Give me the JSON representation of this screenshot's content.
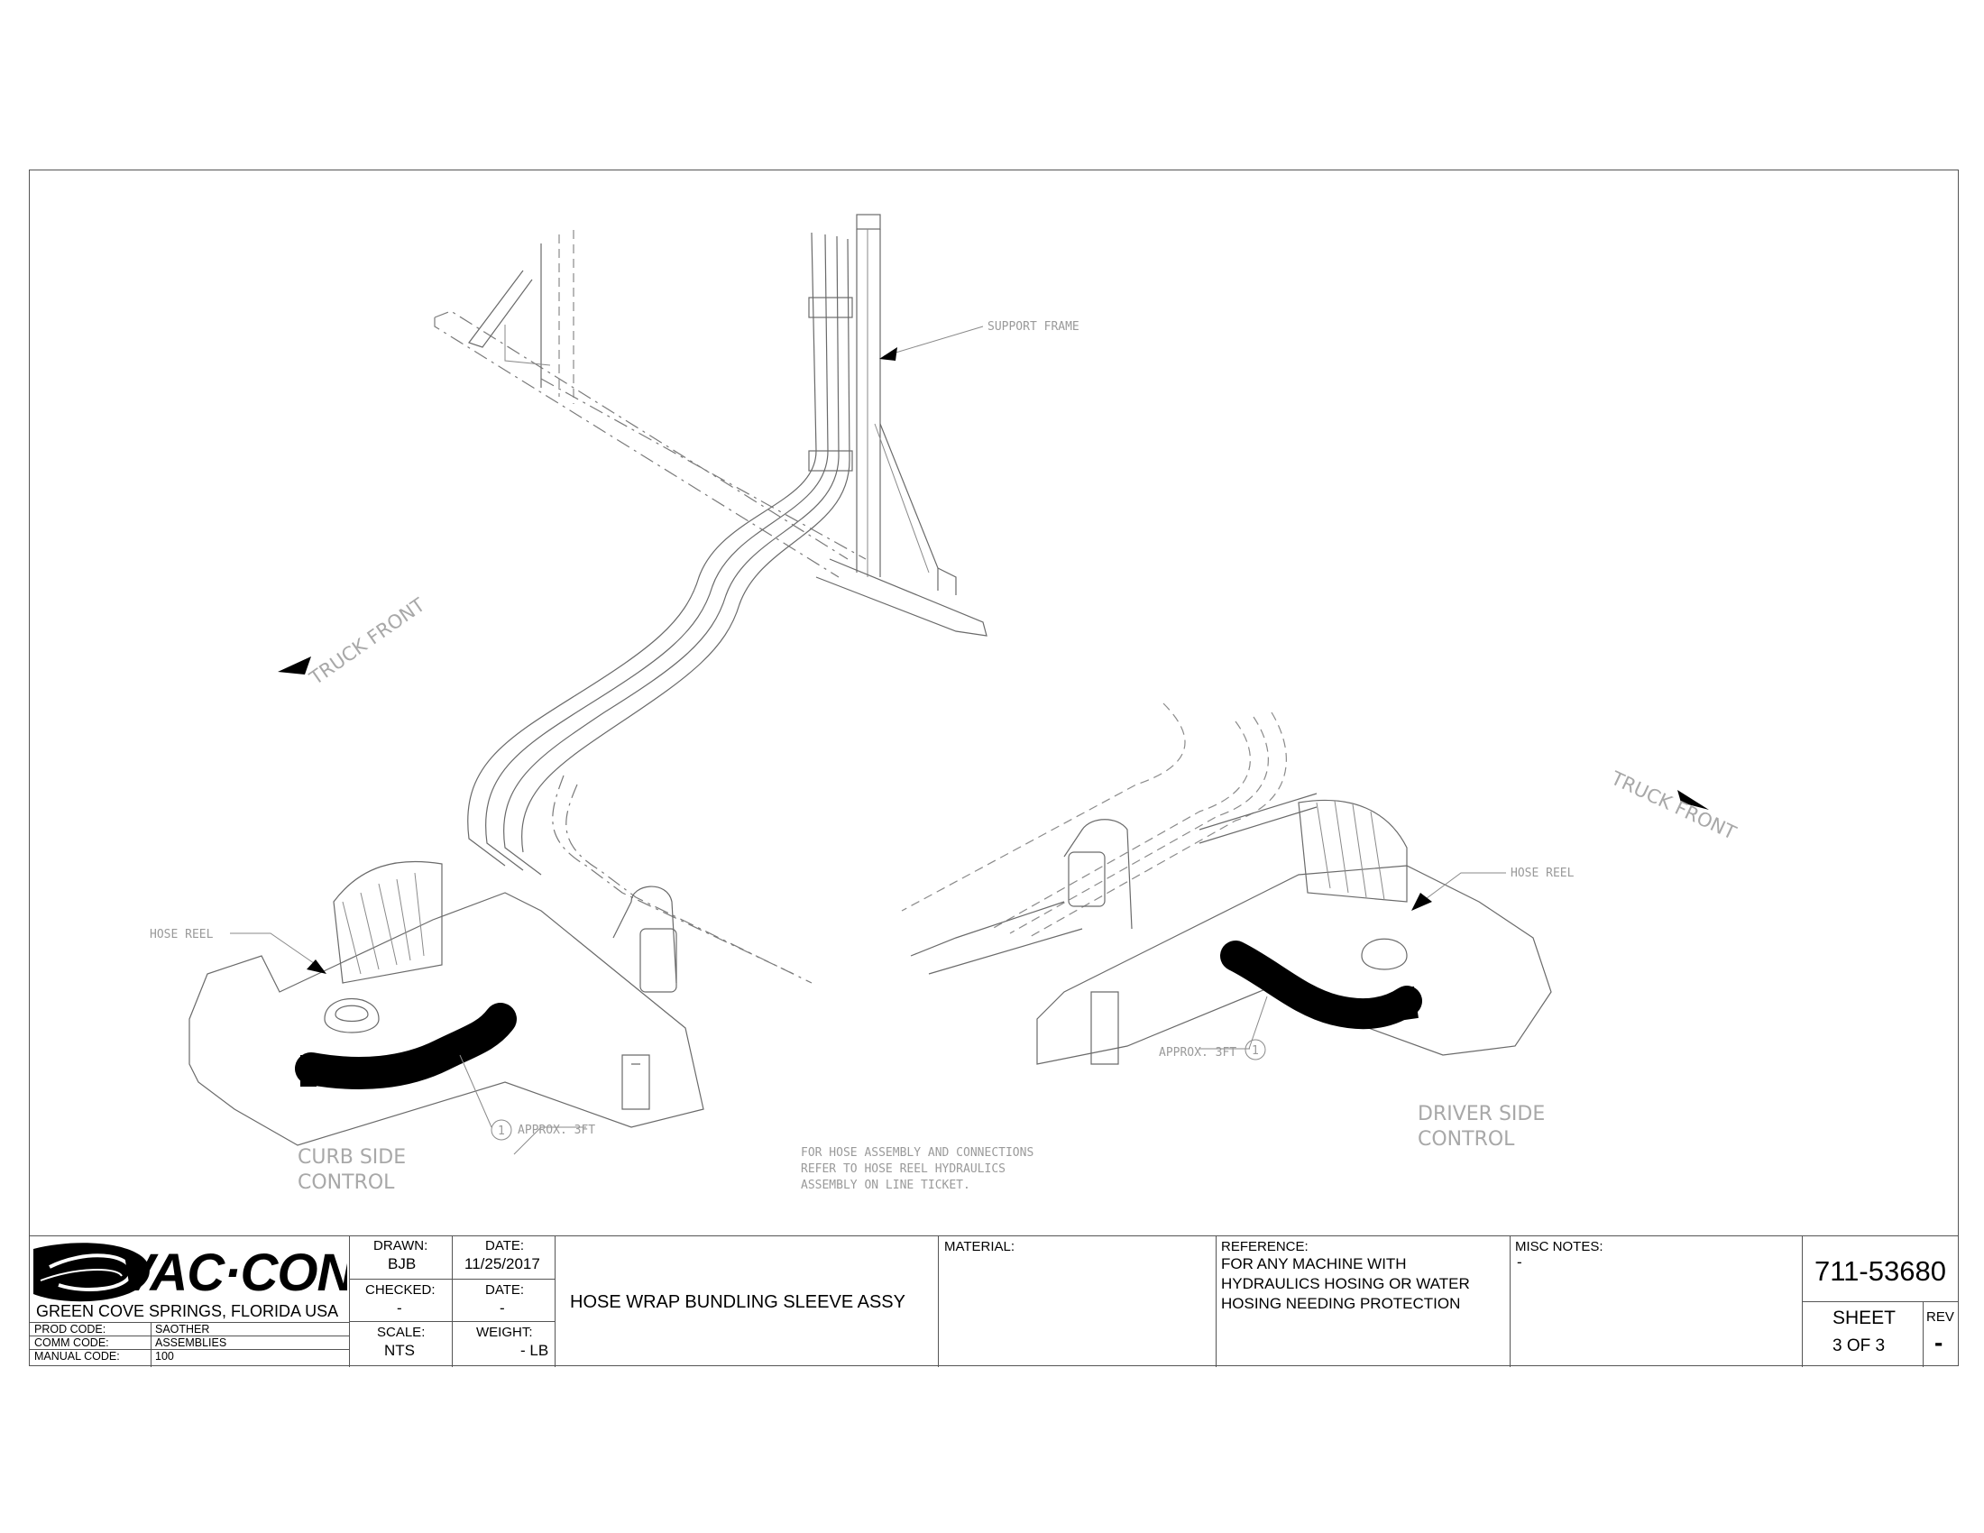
{
  "drawing": {
    "labels": {
      "support_frame": "SUPPORT FRAME",
      "truck_front_left": "TRUCK FRONT",
      "truck_front_right": "TRUCK FRONT",
      "hose_reel_left": "HOSE REEL",
      "hose_reel_right": "HOSE REEL",
      "approx_left": "APPROX. 3FT",
      "approx_right": "APPROX. 3FT",
      "balloon_left": "1",
      "balloon_right": "1",
      "curb_side": [
        "CURB SIDE",
        "CONTROL"
      ],
      "driver_side": [
        "DRIVER SIDE",
        "CONTROL"
      ],
      "note": [
        "FOR HOSE ASSEMBLY AND CONNECTIONS",
        "REFER TO HOSE REEL HYDRAULICS",
        "ASSEMBLY ON LINE TICKET."
      ]
    }
  },
  "title_block": {
    "logo_text": "VAC·CON",
    "location": "GREEN COVE SPRINGS, FLORIDA USA",
    "codes": [
      {
        "label": "PROD CODE:",
        "value": "SAOTHER"
      },
      {
        "label": "COMM CODE:",
        "value": "ASSEMBLIES"
      },
      {
        "label": "MANUAL CODE:",
        "value": "100"
      }
    ],
    "drawn_label": "DRAWN:",
    "drawn_value": "BJB",
    "date1_label": "DATE:",
    "date1_value": "11/25/2017",
    "checked_label": "CHECKED:",
    "checked_value": "-",
    "date2_label": "DATE:",
    "date2_value": "-",
    "scale_label": "SCALE:",
    "scale_value": "NTS",
    "weight_label": "WEIGHT:",
    "weight_value": "- LB",
    "title": "HOSE WRAP BUNDLING SLEEVE ASSY",
    "material_label": "MATERIAL:",
    "reference_label": "REFERENCE:",
    "reference_lines": [
      "FOR ANY MACHINE WITH",
      "HYDRAULICS HOSING OR WATER",
      "HOSING NEEDING PROTECTION"
    ],
    "misc_label": "MISC NOTES:",
    "misc_value": "-",
    "part_number": "711-53680",
    "sheet_label": "SHEET",
    "sheet_value": "3 OF 3",
    "rev_label": "REV",
    "rev_value": "-"
  }
}
